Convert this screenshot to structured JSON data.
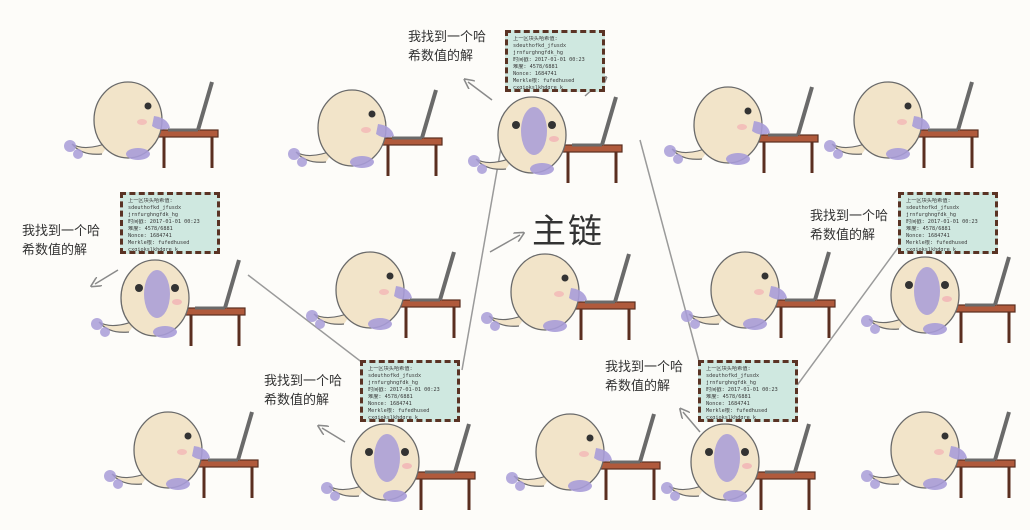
{
  "diagram": {
    "title": "主链",
    "note_lines": [
      "我找到一个哈",
      "希数值的解"
    ],
    "block_lines": [
      "上一区块头哈希值:",
      "sdeuthofkd_jfusdx",
      "jrnfurghngfdk_hg",
      "时间戳: 2017-01-01 00:23",
      "难度: 4578/6881",
      "Nonce: 1684741",
      "Merkle根: fufedhused",
      "cxgiokslkhdgre_k"
    ],
    "colors": {
      "block_fill": "#cfe8e0",
      "block_border": "#5a3324",
      "creature_body": "#f2e4c9",
      "creature_purple": "#a89cd8",
      "cheek": "#f2b7b7",
      "desk_wood": "#b05a3c",
      "laptop": "#6a6a6a"
    }
  }
}
